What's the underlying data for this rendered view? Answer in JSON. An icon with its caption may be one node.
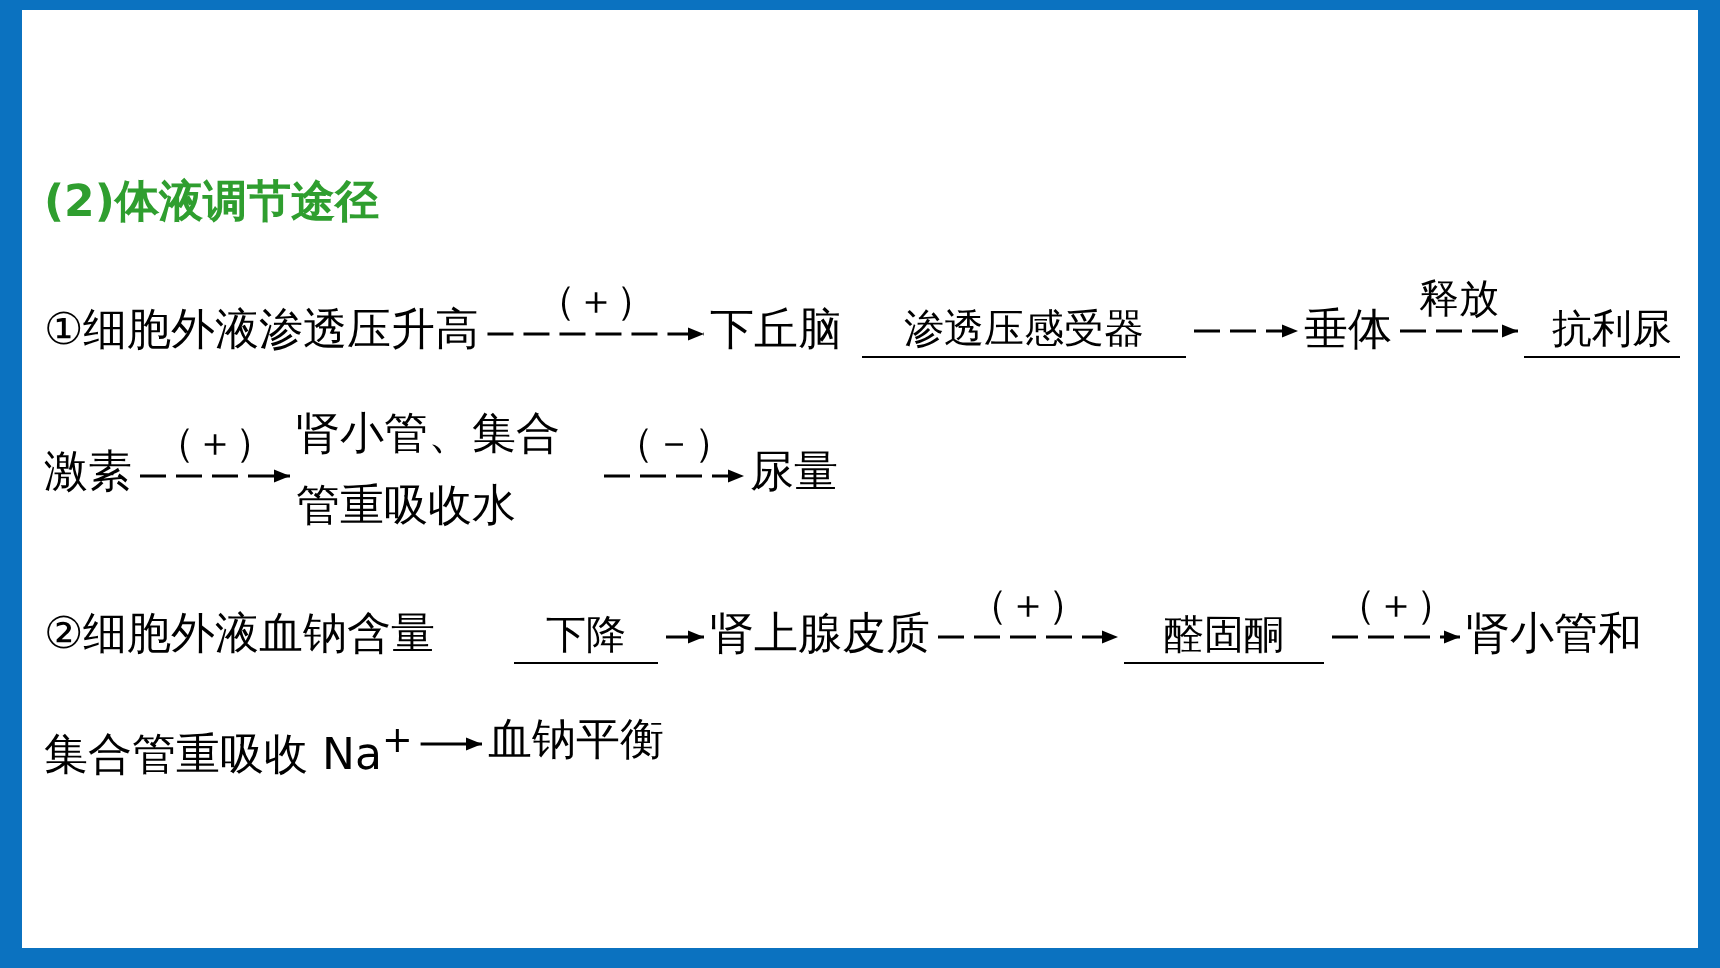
{
  "diagram": {
    "title": "(2)体液调节途径",
    "nodes": [
      {
        "text": [
          "①细胞外液渗透压升高"
        ]
      },
      {
        "text": [
          "下丘脑"
        ]
      },
      {
        "text": [
          "渗透压感受器"
        ]
      },
      {
        "text": [
          "垂体"
        ]
      },
      {
        "text": [
          "抗利尿"
        ]
      },
      {
        "text": [
          "激素"
        ]
      },
      {
        "text": [
          "肾小管、集合管重吸收水"
        ]
      },
      {
        "text": [
          "尿量"
        ]
      },
      {
        "text": [
          "②细胞外液血钠含量"
        ]
      },
      {
        "text": [
          "下降"
        ]
      },
      {
        "text": [
          "肾上腺皮质"
        ]
      },
      {
        "text": [
          "醛固酮"
        ]
      },
      {
        "text": [
          "肾小管和"
        ]
      },
      {
        "text": [
          "集合管重吸收 Na$^{+}$"
        ]
      },
      {
        "text": [
          "血钠平衡"
        ]
      }
    ],
    "edges": [
      {
        "from": 0,
        "to": 1,
        "arrow": "to",
        "label": "（＋）",
        "style": "dashed"
      },
      {
        "from": 2,
        "to": 3,
        "arrow": "to",
        "style": "dashed"
      },
      {
        "from": 3,
        "to": 4,
        "arrow": "to",
        "label": "释放",
        "style": "dashed"
      },
      {
        "from": 5,
        "to": 6,
        "arrow": "to",
        "label": "（＋）",
        "style": "dashed"
      },
      {
        "from": 6,
        "to": 7,
        "arrow": "to",
        "label": "（－）",
        "style": "dashed"
      },
      {
        "from": 9,
        "to": 10,
        "arrow": "to"
      },
      {
        "from": 10,
        "to": 11,
        "arrow": "to",
        "label": "（＋）",
        "style": "dashed"
      },
      {
        "from": 11,
        "to": 12,
        "arrow": "to",
        "label": "（＋）",
        "style": "dashed"
      },
      {
        "from": 13,
        "to": 14,
        "arrow": "to"
      }
    ]
  }
}
